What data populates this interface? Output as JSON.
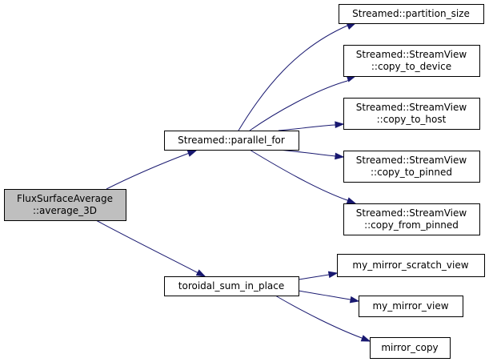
{
  "graph": {
    "edge_color": "#191970",
    "root_fill": "#bfbfbf",
    "node_fill": "#ffffff",
    "nodes": [
      {
        "id": "root",
        "lines": [
          "FluxSurfaceAverage",
          "::average_3D"
        ]
      },
      {
        "id": "parallel_for",
        "lines": [
          "Streamed::parallel_for"
        ]
      },
      {
        "id": "toroidal",
        "lines": [
          "toroidal_sum_in_place"
        ]
      },
      {
        "id": "partition_size",
        "lines": [
          "Streamed::partition_size"
        ]
      },
      {
        "id": "copy_to_device",
        "lines": [
          "Streamed::StreamView",
          "::copy_to_device"
        ]
      },
      {
        "id": "copy_to_host",
        "lines": [
          "Streamed::StreamView",
          "::copy_to_host"
        ]
      },
      {
        "id": "copy_to_pinned",
        "lines": [
          "Streamed::StreamView",
          "::copy_to_pinned"
        ]
      },
      {
        "id": "copy_from_pinned",
        "lines": [
          "Streamed::StreamView",
          "::copy_from_pinned"
        ]
      },
      {
        "id": "scratch_view",
        "lines": [
          "my_mirror_scratch_view"
        ]
      },
      {
        "id": "mirror_view",
        "lines": [
          "my_mirror_view"
        ]
      },
      {
        "id": "mirror_copy",
        "lines": [
          "mirror_copy"
        ]
      }
    ],
    "edges": [
      {
        "from": "root",
        "to": "parallel_for"
      },
      {
        "from": "root",
        "to": "toroidal"
      },
      {
        "from": "parallel_for",
        "to": "partition_size"
      },
      {
        "from": "parallel_for",
        "to": "copy_to_device"
      },
      {
        "from": "parallel_for",
        "to": "copy_to_host"
      },
      {
        "from": "parallel_for",
        "to": "copy_to_pinned"
      },
      {
        "from": "parallel_for",
        "to": "copy_from_pinned"
      },
      {
        "from": "toroidal",
        "to": "scratch_view"
      },
      {
        "from": "toroidal",
        "to": "mirror_view"
      },
      {
        "from": "toroidal",
        "to": "mirror_copy"
      }
    ]
  }
}
